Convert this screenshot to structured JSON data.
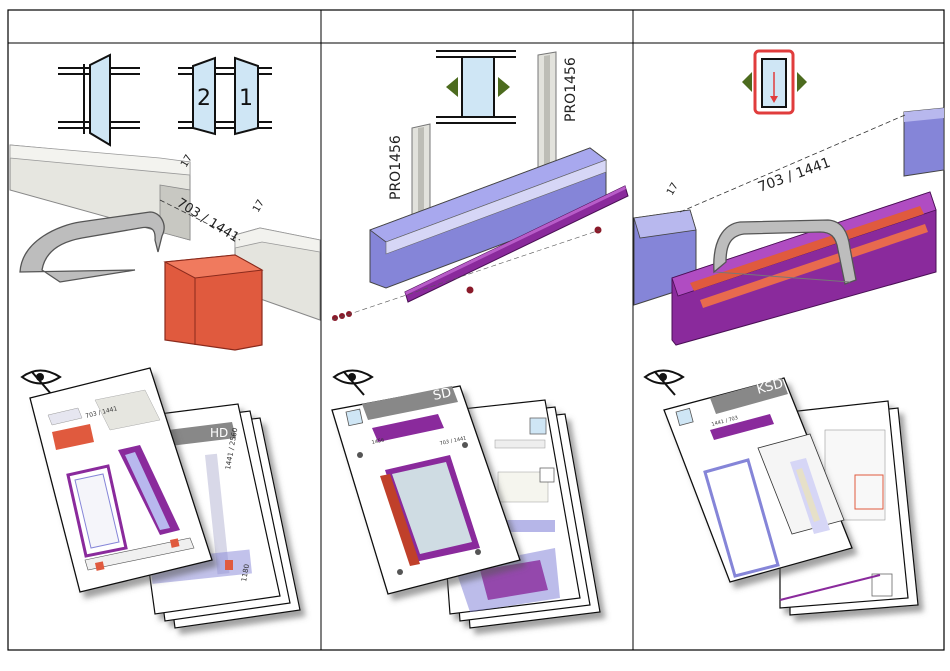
{
  "columns": [
    {
      "id": "hd",
      "dimension_text": "703 / 1441",
      "gap_label_left": "17",
      "gap_label_right": "17",
      "leaf_labels": [
        "2",
        "1"
      ],
      "manual_badge": "HD",
      "mini_dimension_text": "703 / 1441",
      "mini_side_text": "1441 / 2560",
      "mini_bottom_text": "1180"
    },
    {
      "id": "sd",
      "profile_label_left": "PRO1456",
      "profile_label_right": "PRO1456",
      "manual_badge": "SD",
      "mini_top_text": "1456",
      "mini_mid_text": "703 / 1441"
    },
    {
      "id": "ksd",
      "dimension_text": "703 / 1441",
      "gap_label": "17",
      "manual_badge": "KSD",
      "mini_dimension_text": "1441 / 703"
    }
  ],
  "colors": {
    "glass": "#cfe6f5",
    "profile_grey": "#dcdcd6",
    "profile_blue": "#8585d8",
    "profile_purple": "#8a2a9c",
    "accent_red": "#e04a2e",
    "arrow_green": "#4c6b1e",
    "highlight_red": "#e03c3c"
  }
}
